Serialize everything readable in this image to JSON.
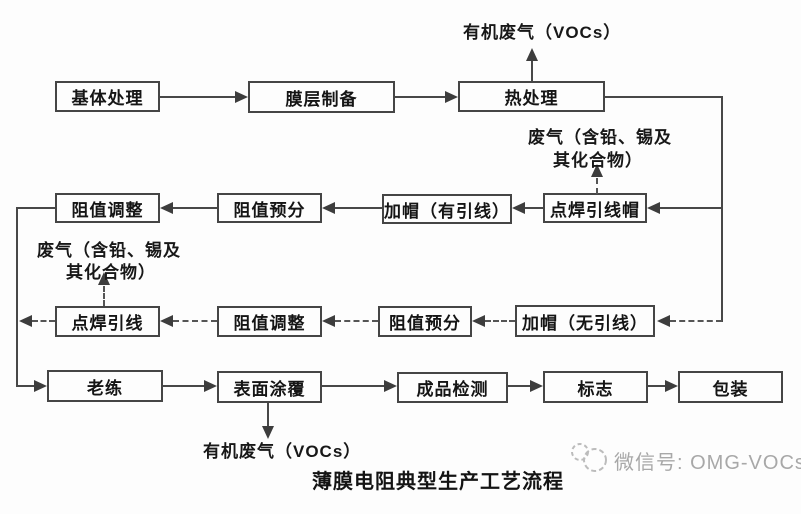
{
  "diagram": {
    "caption": "薄膜电阻典型生产工艺流程",
    "boxes": [
      {
        "id": "substrate-treatment",
        "label": "基体处理"
      },
      {
        "id": "film-preparation",
        "label": "膜层制备"
      },
      {
        "id": "heat-treatment",
        "label": "热处理"
      },
      {
        "id": "resistance-adjustment-1",
        "label": "阻值调整"
      },
      {
        "id": "resistance-presort-1",
        "label": "阻值预分"
      },
      {
        "id": "capping-with-leads",
        "label": "加帽（有引线）"
      },
      {
        "id": "spot-weld-lead-cap",
        "label": "点焊引线帽"
      },
      {
        "id": "spot-weld-leads",
        "label": "点焊引线"
      },
      {
        "id": "resistance-adjustment-2",
        "label": "阻值调整"
      },
      {
        "id": "resistance-presort-2",
        "label": "阻值预分"
      },
      {
        "id": "capping-without-leads",
        "label": "加帽（无引线）"
      },
      {
        "id": "aging",
        "label": "老练"
      },
      {
        "id": "surface-coating",
        "label": "表面涂覆"
      },
      {
        "id": "final-inspection",
        "label": "成品检测"
      },
      {
        "id": "marking",
        "label": "标志"
      },
      {
        "id": "packaging",
        "label": "包装"
      }
    ],
    "emissions": {
      "top_voc": "有机废气（VOCs）",
      "right_waste_line1": "废气（含铅、锡及",
      "right_waste_line2": "其化合物）",
      "left_waste_line1": "废气（含铅、锡及",
      "left_waste_line2": "其化合物）",
      "bottom_voc": "有机废气（VOCs）"
    },
    "watermark": {
      "label": "微信号: OMG-VOCs",
      "icon": "wechat-circles-icon"
    },
    "colors": {
      "line": "#484848",
      "box_border": "#454545",
      "watermark": "#a8a8a8",
      "background": "#fdfdfd"
    }
  }
}
